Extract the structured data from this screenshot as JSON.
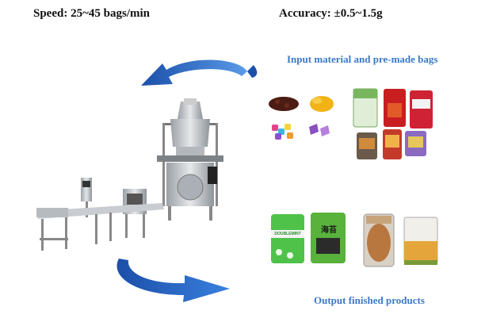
{
  "header": {
    "speed_label": "Speed: 25~45 bags/min",
    "accuracy_label": "Accuracy: ±0.5~1.5g"
  },
  "captions": {
    "input": "Input material and pre-made bags",
    "output": "Output finished products"
  },
  "product_text": {
    "green_pouch": "DOUBLEMINT",
    "seaweed_pouch": "海苔"
  },
  "colors": {
    "caption_blue": "#3c78c8",
    "arrow_blue": "#2a6ad0",
    "machine_steel": "#c4c8cc"
  },
  "icons": [
    "curved-arrow-top",
    "curved-arrow-bottom"
  ]
}
